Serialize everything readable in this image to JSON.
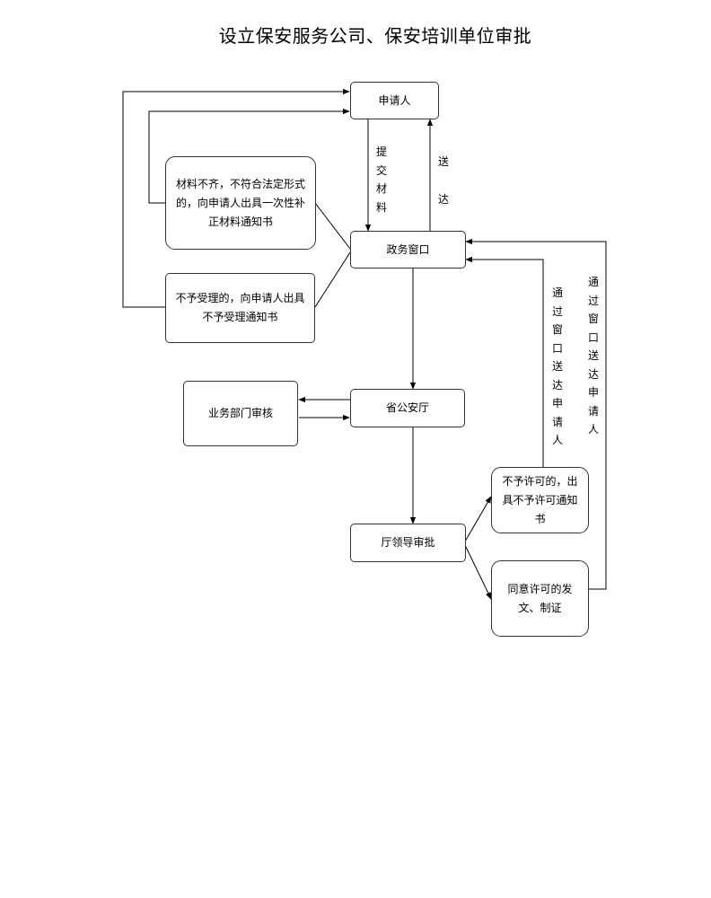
{
  "title": "设立保安服务公司、保安培训单位审批",
  "nodes": {
    "applicant": "申请人",
    "gov_window": "政务窗口",
    "incomplete": "材料不齐，不符合法定形式的，向申请人出具一次性补正材料通知书",
    "not_accepted": "不予受理的，向申请人出具不予受理通知书",
    "provincial_bureau": "省公安厅",
    "dept_review": "业务部门审核",
    "leader_approval": "厅领导审批",
    "not_permitted": "不予许可的，出具不予许可通知书",
    "permitted": "同意许可的发文、制证"
  },
  "edge_labels": {
    "submit": "提交材料",
    "deliver": "送达",
    "window_deliver_1": "通过窗口送达申请人",
    "window_deliver_2": "通过窗口送达申请人"
  }
}
